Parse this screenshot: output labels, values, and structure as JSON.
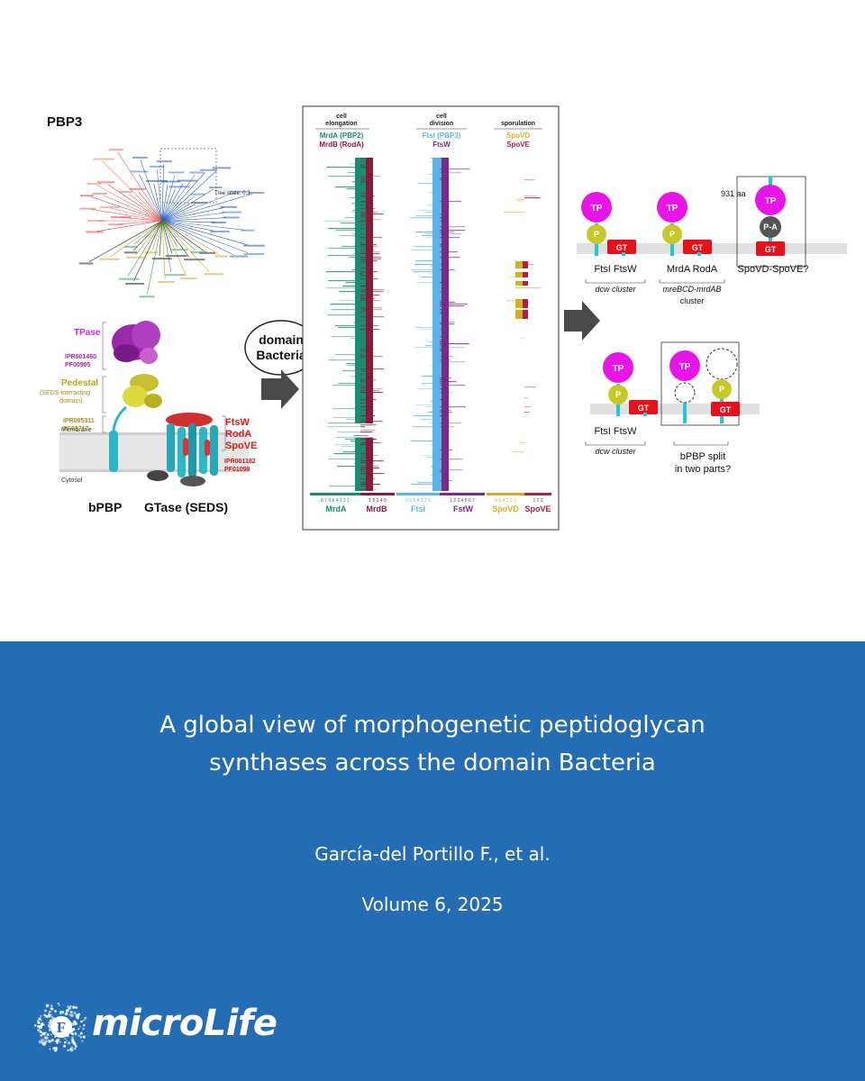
{
  "figure": {
    "left_panel": {
      "tree_title": "PBP3",
      "tree_scale": "Tree scale: 0.3",
      "structure_labels": {
        "tpase": "TPase",
        "tpase_ids": [
          "IPR001460",
          "PF00905"
        ],
        "pedestal": "Pedestal",
        "pedestal_sub": [
          "(SEDS-interacting",
          "domain)"
        ],
        "pedestal_ids": [
          "IPR005311",
          "PF03717"
        ],
        "membrane": "Membrane",
        "cytosol": "Cytosol",
        "seds": [
          "FtsW",
          "RodA",
          "SpoVE"
        ],
        "seds_ids": [
          "IPR001182",
          "PF01098"
        ],
        "bpbp": "bPBP",
        "gtase": "GTase (SEDS)"
      }
    },
    "middle_panel": {
      "bubble": [
        "domain",
        "Bacteria"
      ],
      "headers": [
        {
          "group": [
            "cell",
            "elongation"
          ],
          "line1": "MrdA (PBP2)",
          "line2": "MrdB (RodA)",
          "c1": "#1c8c6e",
          "c2": "#8a1a3c"
        },
        {
          "group": [
            "cell",
            "division"
          ],
          "line1": "FtsI (PBP3)",
          "line2": "FtsW",
          "c1": "#5ab4e6",
          "c2": "#7a2a8a"
        },
        {
          "group": [
            "sporulation"
          ],
          "line1": "SpoVD",
          "line2": "SpoVE",
          "c1": "#d4b020",
          "c2": "#b02040"
        }
      ],
      "axis_numbers": {
        "mrda": "8 7 6 5 4 3 2 1",
        "mrdb": "1 2 3 4 5",
        "ftsi": "7 6 5 4 3 2 1",
        "ftsw": "1 2 3 4 5 6 7",
        "spovd": "6 5 4 3 2 1",
        "spove": "1 2 3"
      },
      "axis_labels": [
        "MrdA",
        "MrdB",
        "FtsI",
        "FstW",
        "SpoVD",
        "SpoVE"
      ]
    },
    "right_panel": {
      "top": {
        "aa": "931 aa",
        "group1": {
          "names": "FtsI FtsW",
          "cluster": "dcw cluster"
        },
        "group2": {
          "names": "MrdA RodA",
          "cluster_italic": "mreBCD-mrdAB",
          "cluster": "cluster"
        },
        "group3": {
          "names": "SpoVD-SpoVE?"
        }
      },
      "bottom": {
        "group1": {
          "names": "FtsI FtsW",
          "cluster": "dcw cluster"
        },
        "group2": {
          "line1": "bPBP split",
          "line2": "in two parts?"
        }
      },
      "domain_labels": {
        "tp": "TP",
        "p": "P",
        "gt": "GT",
        "pa": "P-A"
      }
    },
    "colors": {
      "tp": "#e815e8",
      "p": "#c8c828",
      "gt": "#e8101a",
      "stem": "#22c8d8",
      "pa": "#555555"
    }
  },
  "paper": {
    "title_line1": "A global view of morphogenetic peptidoglycan",
    "title_line2": "synthases across the domain Bacteria",
    "authors": "García-del Portillo F., et al.",
    "volume": "Volume 6, 2025"
  },
  "brand": {
    "logo_letter": "F",
    "name": "microLife",
    "footer_color": "#246db5"
  }
}
